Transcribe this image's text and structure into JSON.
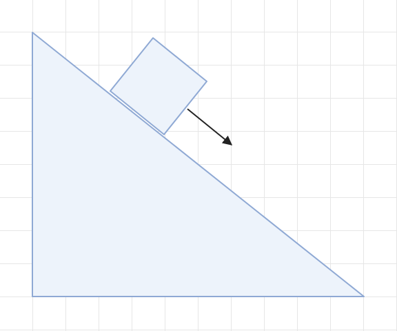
{
  "diagram": {
    "shapes": [
      {
        "id": "incline",
        "type": "right-triangle"
      },
      {
        "id": "block",
        "type": "square",
        "rotated": true
      },
      {
        "id": "force-arrow",
        "type": "arrow",
        "direction": "down-slope"
      }
    ],
    "colors": {
      "grid": "#e6e6e6",
      "shape_fill": "#edf3fb",
      "shape_stroke": "#8fa9d4",
      "arrow": "#222222"
    }
  }
}
